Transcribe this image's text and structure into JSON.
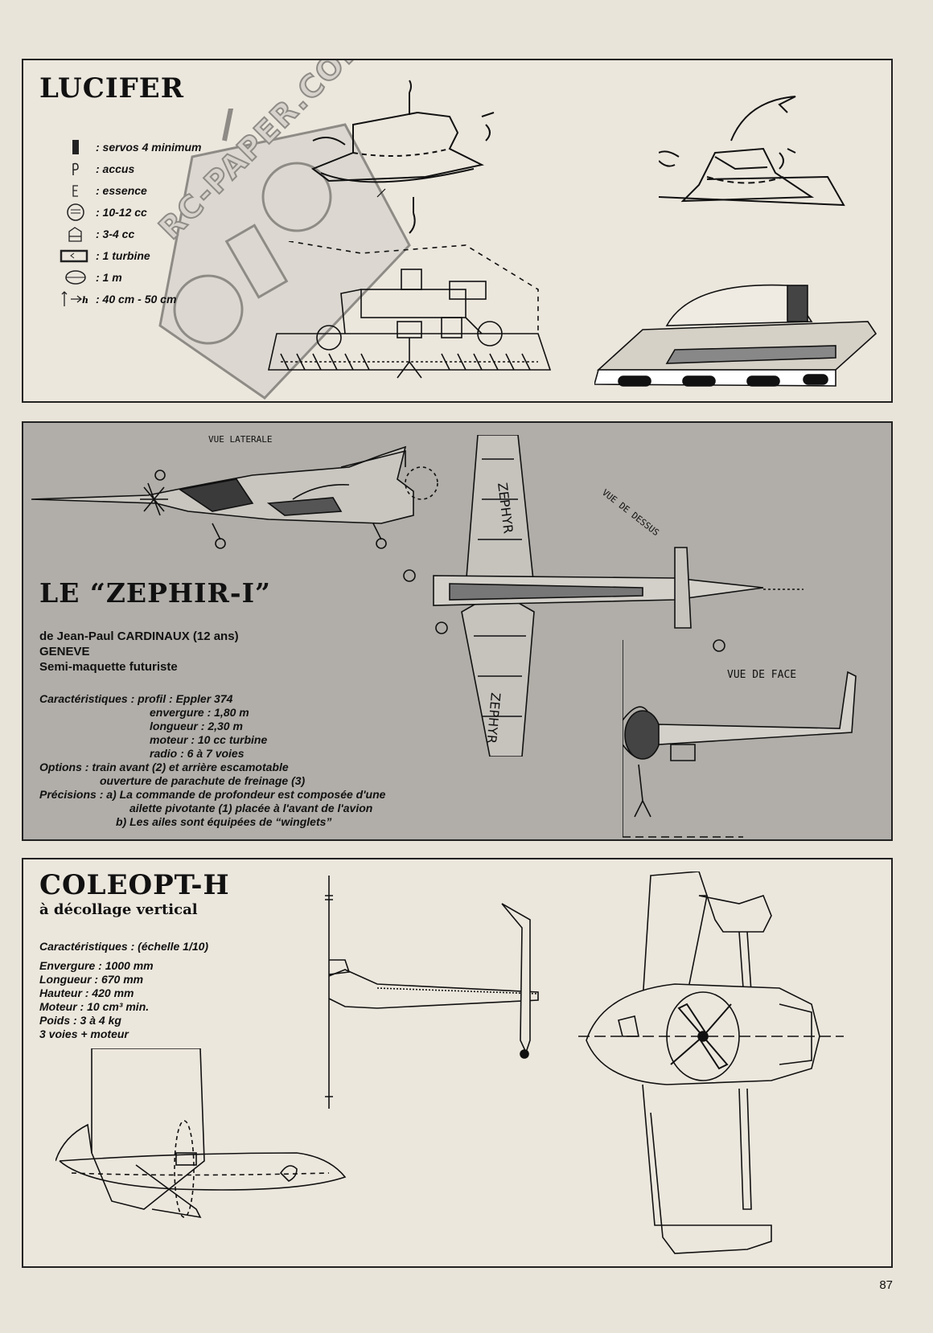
{
  "lucifer": {
    "title": "LUCIFER",
    "legend": [
      {
        "icon": "servo-icon",
        "text": ": servos 4 minimum"
      },
      {
        "icon": "battery-icon",
        "text": ": accus"
      },
      {
        "icon": "fuel-icon",
        "text": ": essence"
      },
      {
        "icon": "engine-icon",
        "text": ": 10-12 cc"
      },
      {
        "icon": "small-engine-icon",
        "text": ": 3-4 cc"
      },
      {
        "icon": "turbine-icon",
        "text": ": 1 turbine"
      },
      {
        "icon": "diameter-icon",
        "text": ": 1 m"
      },
      {
        "icon": "height-icon",
        "text": ": 40 cm - 50 cm"
      }
    ],
    "watermark": "RC-PAPER.COM"
  },
  "zephir": {
    "title": "LE “ZEPHIR-I”",
    "author": "de Jean-Paul CARDINAUX (12 ans)",
    "city": "GENEVE",
    "subtitle": "Semi-maquette futuriste",
    "specs": [
      "Caractéristiques : profil : Eppler 374",
      "envergure : 1,80 m",
      "longueur : 2,30 m",
      "moteur : 10 cc turbine",
      "radio : 6 à 7 voies"
    ],
    "options": [
      "Options : train avant (2) et arrière escamotable",
      "ouverture de parachute de freinage (3)"
    ],
    "precisions": [
      "Précisions : a) La commande de profondeur est composée d'une",
      "ailette pivotante (1) placée à l'avant de l'avion",
      "b) Les ailes sont équipées de “winglets”"
    ],
    "captions": {
      "side": "VUE LATERALE",
      "top": "VUE DE DESSUS",
      "front": "VUE DE FACE",
      "wing_label": "ZEPHYR"
    }
  },
  "coleopt": {
    "title": "COLEOPT-H",
    "subtitle": "à décollage vertical",
    "specs": [
      "Caractéristiques : (échelle 1/10)",
      "Envergure : 1000 mm",
      "Longueur : 670 mm",
      "Hauteur : 420 mm",
      "Moteur : 10 cm³ min.",
      "Poids : 3 à 4 kg",
      "3 voies + moteur"
    ]
  },
  "page_number": "87"
}
